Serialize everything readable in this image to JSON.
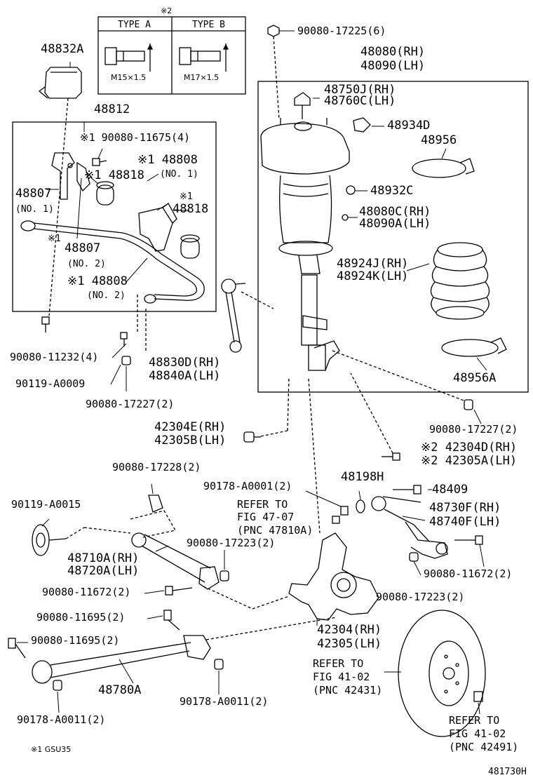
{
  "figure_id": "481730H",
  "footnote": "※1 GSU35",
  "note2": "※2",
  "type_a": {
    "title": "TYPE A",
    "thread": "M15×1.5"
  },
  "type_b": {
    "title": "TYPE B",
    "thread": "M17×1.5"
  },
  "labels": {
    "p48832A": "48832A",
    "p48812": "48812",
    "p90080_11675": "※1 90080-11675(4)",
    "p48808_no1": "※1 48808",
    "p48808_no1_sub": "(NO. 1)",
    "p48818_a": "※1 48818",
    "p48818_b_mark": "※1",
    "p48818_b": "48818",
    "p48807_no1": "48807",
    "p48807_no1_sub": "(NO. 1)",
    "p48807_no2_mark": "※1",
    "p48807_no2": "48807",
    "p48807_no2_sub": "(NO. 2)",
    "p48808_no2": "※1 48808",
    "p48808_no2_sub": "(NO. 2)",
    "p90080_11232": "90080-11232(4)",
    "p90119_A0009": "90119-A0009",
    "p48830D": "48830D(RH)",
    "p48840A": "48840A(LH)",
    "p90080_17227a": "90080-17227(2)",
    "p90080_17225": "90080-17225(6)",
    "p48080": "48080(RH)",
    "p48090": "48090(LH)",
    "p48750J": "48750J(RH)",
    "p48760C": "48760C(LH)",
    "p48934D": "48934D",
    "p48956": "48956",
    "p48932C": "48932C",
    "p48080C": "48080C(RH)",
    "p48090A": "48090A(LH)",
    "p48924J": "48924J(RH)",
    "p48924K": "48924K(LH)",
    "p48956A": "48956A",
    "p90080_17227b": "90080-17227(2)",
    "p42304E": "42304E(RH)",
    "p42305B": "42305B(LH)",
    "p42304D": "※2 42304D(RH)",
    "p42305A": "※2 42305A(LH)",
    "p90080_17228": "90080-17228(2)",
    "p90178_A0001": "90178-A0001(2)",
    "p48198H": "48198H",
    "p48409": "48409",
    "p90119_A0015": "90119-A0015",
    "refer1_a": "REFER TO",
    "refer1_b": "FIG 47-07",
    "refer1_c": "(PNC 47810A)",
    "p48730F": "48730F(RH)",
    "p48740F": "48740F(LH)",
    "p90080_17223a": "90080-17223(2)",
    "p48710A": "48710A(RH)",
    "p48720A": "48720A(LH)",
    "p90080_11672b": "90080-11672(2)",
    "p90080_11672a": "90080-11672(2)",
    "p90080_17223b": "90080-17223(2)",
    "p90080_11695a": "90080-11695(2)",
    "p42304": "42304(RH)",
    "p42305": "42305(LH)",
    "p90080_11695b": "90080-11695(2)",
    "refer2_a": "REFER TO",
    "refer2_b": "FIG 41-02",
    "refer2_c": "(PNC 42431)",
    "p48780A": "48780A",
    "p90178_A0011b": "90178-A0011(2)",
    "p90178_A0011a": "90178-A0011(2)",
    "refer3_a": "REFER TO",
    "refer3_b": "FIG 41-02",
    "refer3_c": "(PNC 42491)"
  }
}
